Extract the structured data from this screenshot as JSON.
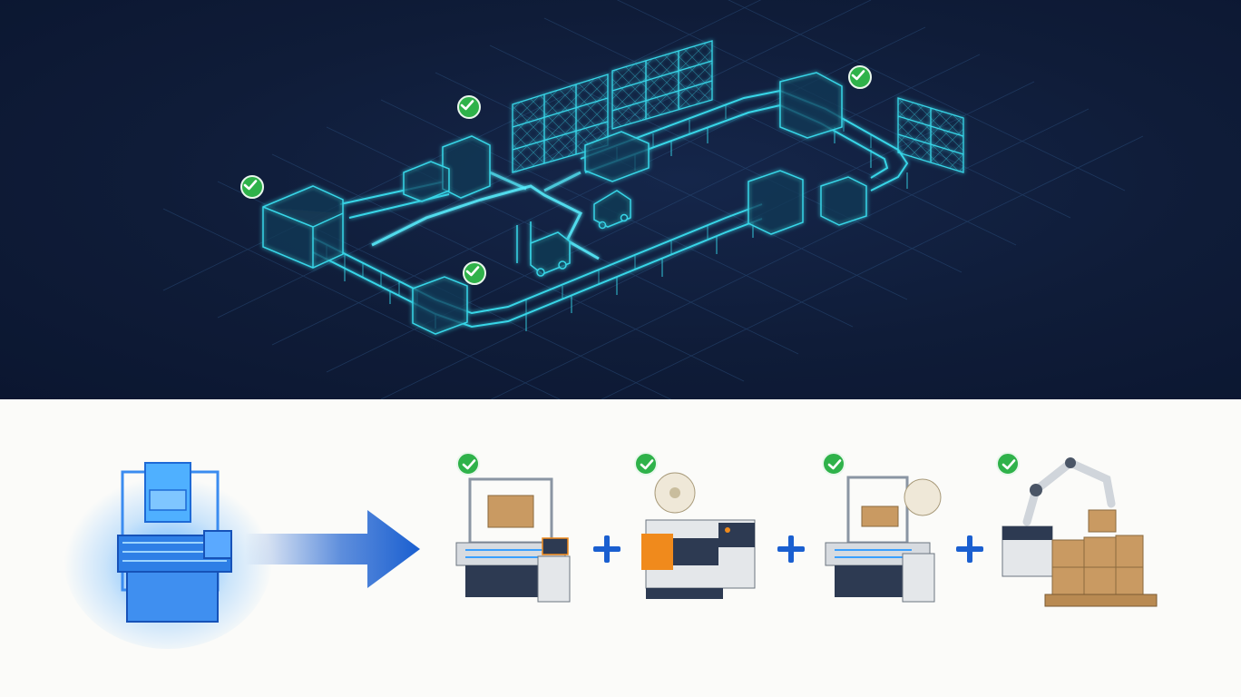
{
  "diagram": {
    "top_panel": {
      "icons": [
        "conveyor-loop",
        "storage-rack",
        "forklift",
        "agv-cart",
        "packaging-station",
        "check-icon"
      ],
      "colors": {
        "background": "#0f1c38",
        "wireframe": "#37d6e8",
        "glow": "#58f0ff",
        "check": "#2fb24a"
      }
    },
    "bottom_panel": {
      "source_machine": "integrated-packaging-machine",
      "arrow": "right-arrow-icon",
      "steps": [
        {
          "icon": "case-erector-machine",
          "verified": true
        },
        {
          "icon": "film-wrapping-machine",
          "verified": true
        },
        {
          "icon": "carton-sealer-machine",
          "verified": true
        },
        {
          "icon": "robotic-palletizer",
          "verified": true
        }
      ],
      "operator": "plus-icon",
      "colors": {
        "arrow": "#1a5fd0",
        "plus": "#1a5fd0",
        "source_glow": "#3aa0ff",
        "accent": "#f08a1c"
      }
    }
  }
}
